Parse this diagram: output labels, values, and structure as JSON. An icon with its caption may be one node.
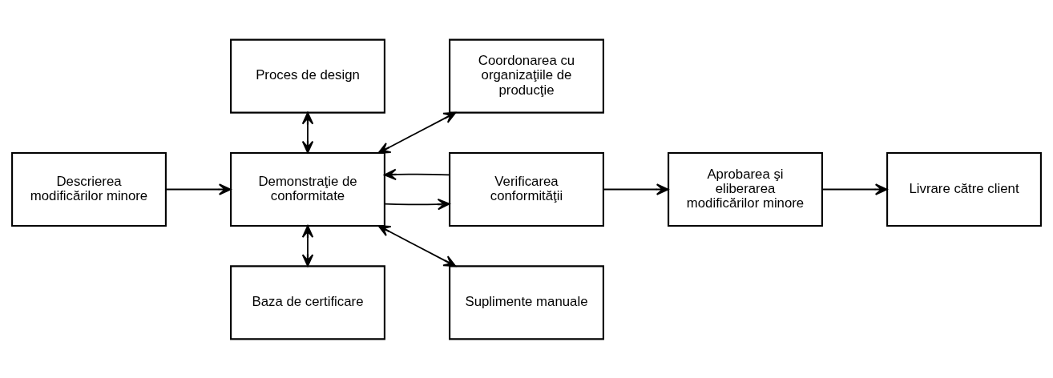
{
  "diagram": {
    "nodes": [
      {
        "text": [
          "Proces de design"
        ]
      },
      {
        "text": [
          "Coordonarea cu organizaţiile de producţie"
        ]
      },
      {
        "text": [
          "Descrierea modificărilor minore"
        ]
      },
      {
        "text": [
          "Demonstraţie de conformitate"
        ]
      },
      {
        "text": [
          "Verificarea conformităţii"
        ]
      },
      {
        "text": [
          "Aprobarea şi eliberarea modificărilor minore"
        ]
      },
      {
        "text": [
          "Livrare către client"
        ]
      },
      {
        "text": [
          "Baza de certificare"
        ]
      },
      {
        "text": [
          "Suplimente manuale"
        ]
      }
    ],
    "edges": [
      {
        "from": 2,
        "to": 3,
        "arrow": "to"
      },
      {
        "from": 0,
        "to": 3,
        "arrow": "both"
      },
      {
        "from": 3,
        "to": 1,
        "arrow": "both"
      },
      {
        "from": 3,
        "to": 4,
        "arrow": "to"
      },
      {
        "from": 4,
        "to": 3,
        "arrow": "to"
      },
      {
        "from": 4,
        "to": 5,
        "arrow": "to"
      },
      {
        "from": 5,
        "to": 6,
        "arrow": "to"
      },
      {
        "from": 3,
        "to": 7,
        "arrow": "both"
      },
      {
        "from": 3,
        "to": 8,
        "arrow": "both"
      }
    ]
  }
}
